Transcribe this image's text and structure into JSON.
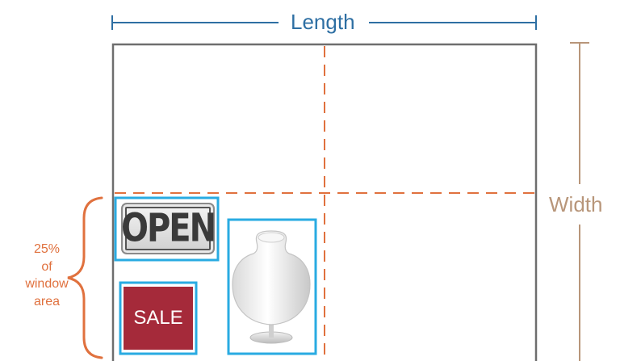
{
  "dimensions": {
    "length_label": "Length",
    "width_label": "Width"
  },
  "annotation": {
    "line1": "25%",
    "line2": "of",
    "line3": "window",
    "line4": "area"
  },
  "signs": {
    "open_text": "OPEN",
    "sale_text": "SALE"
  },
  "colors": {
    "length": "#2e6fa3",
    "width": "#b8967a",
    "quadrant_divider": "#e0713e",
    "bracket": "#e0713e",
    "window_border": "#6e6e6e",
    "display_zone_border": "#29abe2",
    "sale_background": "#a52a3a"
  },
  "icons": [
    "open-sign-icon",
    "sale-sign-icon",
    "mannequin-bust-icon"
  ]
}
